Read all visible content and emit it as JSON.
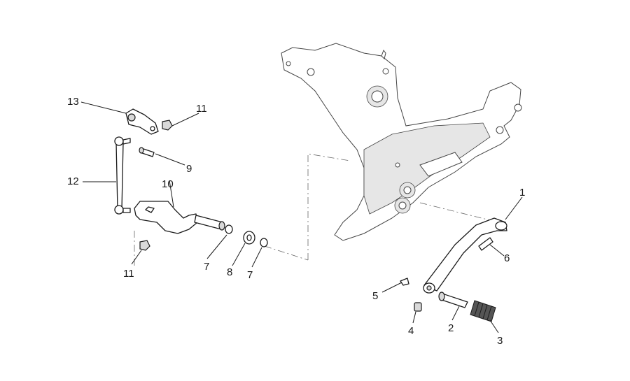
{
  "callouts": {
    "c1": "1",
    "c2": "2",
    "c3": "3",
    "c4": "4",
    "c5": "5",
    "c6": "6",
    "c7a": "7",
    "c7b": "7",
    "c8": "8",
    "c9": "9",
    "c10": "10",
    "c11a": "11",
    "c11b": "11",
    "c12": "12",
    "c13": "13"
  }
}
